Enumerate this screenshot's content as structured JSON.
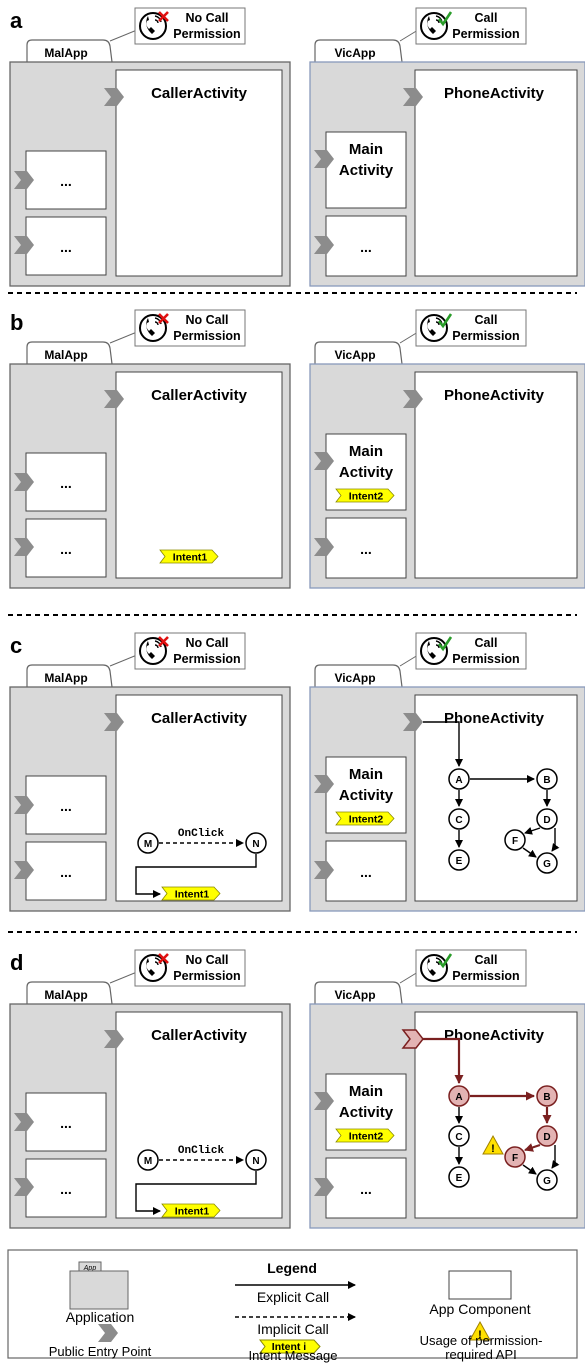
{
  "app_labels": {
    "mal": "MalApp",
    "vic": "VicApp"
  },
  "permissions": {
    "mal_line1": "No Call",
    "mal_line2": "Permission",
    "vic_line1": "Call",
    "vic_line2": "Permission"
  },
  "components": {
    "caller": "CallerActivity",
    "phone": "PhoneActivity",
    "main_line1": "Main",
    "main_line2": "Activity",
    "ellipsis": "..."
  },
  "intents": {
    "intent1": "Intent1",
    "intent2": "Intent2"
  },
  "flow": {
    "onclick": "OnClick",
    "m": "M",
    "n": "N"
  },
  "graph_nodes": [
    "A",
    "B",
    "C",
    "D",
    "E",
    "F",
    "G"
  ],
  "panels": [
    {
      "label": "a",
      "show_intents": false,
      "show_flow": false,
      "highlight": false
    },
    {
      "label": "b",
      "show_intents": true,
      "show_flow": false,
      "highlight": false
    },
    {
      "label": "c",
      "show_intents": true,
      "show_flow": true,
      "highlight": false
    },
    {
      "label": "d",
      "show_intents": true,
      "show_flow": true,
      "highlight": true
    }
  ],
  "legend": {
    "title": "Legend",
    "app_tab": "App",
    "application": "Application",
    "explicit_call": "Explicit Call",
    "implicit_call": "Implicit Call",
    "app_component": "App Component",
    "public_entry": "Public Entry Point",
    "intent_i": "Intent i",
    "intent_message": "Intent Message",
    "usage_line1": "Usage of permission-",
    "usage_line2": "required API"
  },
  "colors": {
    "app_fill": "#d9d9d9",
    "vic_border": "#8899bb",
    "entry_gray": "#8c8c8c",
    "intent_yellow": "#ffff00",
    "highlight_fill": "#e3b3b3",
    "highlight_edge": "#7a2020",
    "warning_yellow": "#ffe000"
  }
}
